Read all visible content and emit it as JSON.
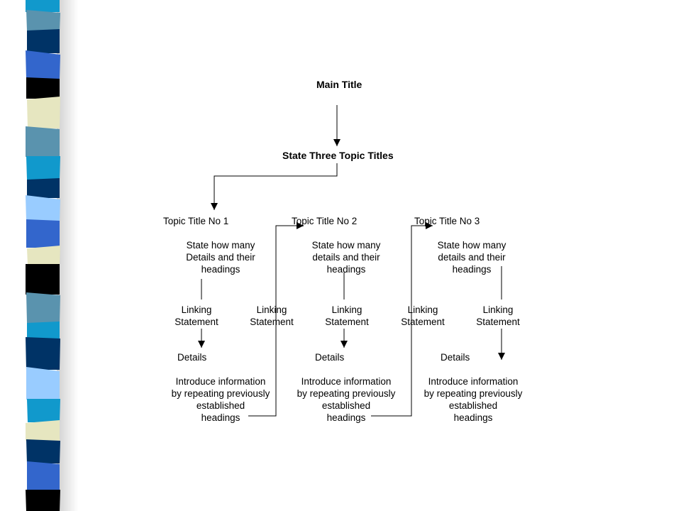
{
  "sidebar": {
    "colors": {
      "black": "#000000",
      "navy": "#003366",
      "blue": "#3366CC",
      "cyan": "#1199CC",
      "steel": "#5A93AE",
      "light_blue": "#99CCFF",
      "cream": "#E6E6C0"
    }
  },
  "diagram": {
    "main_title": "Main Title",
    "state_topics": "State Three Topic Titles",
    "topics": [
      {
        "title": "Topic Title No 1",
        "state_lines": [
          "State how many",
          "Details and their",
          "headings"
        ],
        "linking_lines": [
          "Linking",
          "Statement"
        ],
        "details": "Details",
        "intro_lines": [
          "Introduce information",
          "by repeating previously",
          "established",
          "headings"
        ]
      },
      {
        "title": "Topic Title No 2",
        "state_lines": [
          "State how many",
          "details and their",
          "headings"
        ],
        "linking_lines": [
          "Linking",
          "Statement"
        ],
        "details": "Details",
        "intro_lines": [
          "Introduce information",
          "by repeating previously",
          "established",
          "headings"
        ]
      },
      {
        "title": "Topic Title No 3",
        "state_lines": [
          "State how many",
          "details and their",
          "headings"
        ],
        "linking_lines": [
          "Linking",
          "Statement"
        ],
        "details": "Details",
        "intro_lines": [
          "Introduce information",
          "by repeating previously",
          "established",
          "headings"
        ]
      }
    ],
    "linking_between": [
      {
        "lines": [
          "Linking",
          "Statement"
        ]
      },
      {
        "lines": [
          "Linking",
          "Statement"
        ]
      }
    ]
  }
}
